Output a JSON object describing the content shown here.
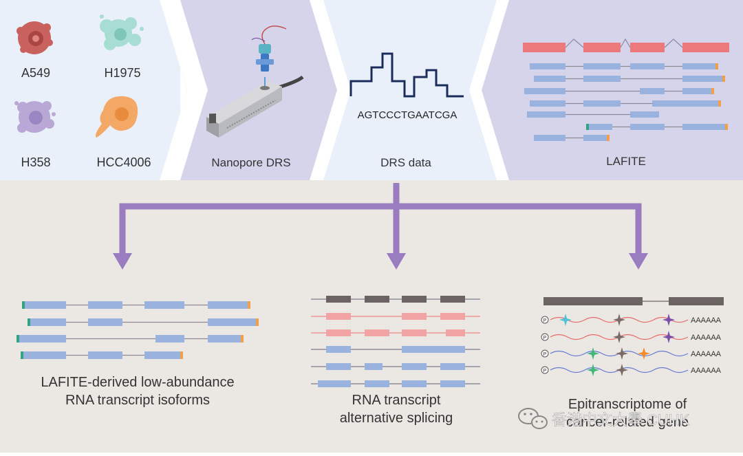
{
  "colors": {
    "top_panel_light": "#e9f0fa",
    "top_panel_purple": "#d6d4ea",
    "bottom_panel": "#ebe8e4",
    "arrow_purple": "#9a7cc0",
    "exon_blue": "#9ab3de",
    "exon_red": "#ec7a7d",
    "exon_pink": "#f2a4a4",
    "exon_gray": "#6b6462",
    "start_green": "#34a383",
    "end_orange": "#f0a04a",
    "signal_navy": "#1a2d5a"
  },
  "cell_lines": {
    "a549": "A549",
    "h1975": "H1975",
    "h358": "H358",
    "hcc4006": "HCC4006"
  },
  "steps": {
    "nanopore": "Nanopore DRS",
    "drs_data": "DRS data",
    "lafite": "LAFITE"
  },
  "sequence": "AGTCCCTGAATCGA",
  "outcomes": {
    "isoforms_line1": "LAFITE-derived low-abundance",
    "isoforms_line2": "RNA transcript isoforms",
    "splicing_line1": "RNA transcript",
    "splicing_line2": "alternative splicing",
    "epi_line1": "Epitranscriptome of",
    "epi_line2": "cancer-related gene"
  },
  "polya": "AAAAAA",
  "phosphate": "P",
  "watermark": "香港中文大學 CUHK",
  "icons": [
    "cell-icon",
    "nanopore-device-icon",
    "signal-trace-icon",
    "wechat-icon",
    "modification-star-icon"
  ]
}
